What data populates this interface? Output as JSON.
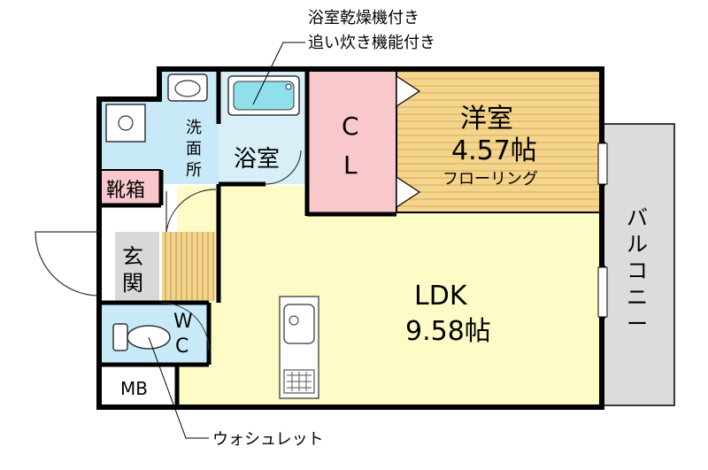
{
  "annotations": {
    "bath_dryer": "浴室乾燥機付き",
    "reheat": "追い炊き機能付き",
    "washlet": "ウォシュレット"
  },
  "rooms": {
    "bath": "浴室",
    "closet_c": "C",
    "closet_l": "L",
    "western_name": "洋室",
    "western_size": "4.57帖",
    "western_floor": "フローリング",
    "washroom": [
      "洗",
      "面",
      "所"
    ],
    "shoe_box": "靴箱",
    "entrance": [
      "玄",
      "関"
    ],
    "wc_w": "W",
    "wc_c": "C",
    "mb": "MB",
    "ldk_name": "LDK",
    "ldk_size": "9.58帖",
    "balcony": [
      "バ",
      "ル",
      "コ",
      "ニ",
      "ー"
    ]
  },
  "colors": {
    "ldk": "#fdfbc6",
    "western": "#f4d58f",
    "western_stripe": "#e8c06a",
    "closet": "#f8c8cc",
    "bath_room": "#d8eff8",
    "tub": "#8fe0ea",
    "washroom": "#c8eaf8",
    "shoe_box": "#f8c8cc",
    "entrance": "#d8d8d8",
    "balcony": "#dcdcdc",
    "wall": "#000000"
  }
}
